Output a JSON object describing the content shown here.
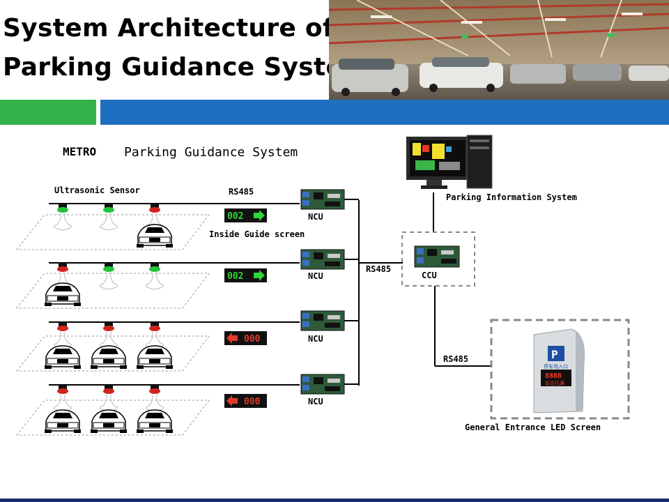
{
  "slide": {
    "title_line1": "System Architecture of",
    "title_line2": "Parking Guidance Syste",
    "accent_green": "#33b24a",
    "accent_blue": "#1f6fc0"
  },
  "diagram": {
    "brand": "METRO",
    "system_name": "Parking Guidance System",
    "sensor_label": "Ultrasonic Sensor",
    "rs485_top": "RS485",
    "rs485_mid": "RS485",
    "rs485_low": "RS485",
    "guide_screen_label": "Inside Guide screen",
    "ncu_labels": [
      "NCU",
      "NCU",
      "NCU",
      "NCU"
    ],
    "ccu_label": "CCU",
    "pis_label": "Parking Information System",
    "entrance_label": "General Entrance LED Screen",
    "displays": [
      "002",
      "002",
      "000",
      "000"
    ],
    "entrance_screen": {
      "p_sign": "P",
      "line1": "停车场入口",
      "digits": "8888",
      "line2": "车位已满"
    },
    "sensor_lights": [
      [
        "green",
        "green",
        "red"
      ],
      [
        "red",
        "green",
        "green"
      ],
      [
        "red",
        "red",
        "red"
      ],
      [
        "red",
        "red",
        "red"
      ]
    ]
  }
}
